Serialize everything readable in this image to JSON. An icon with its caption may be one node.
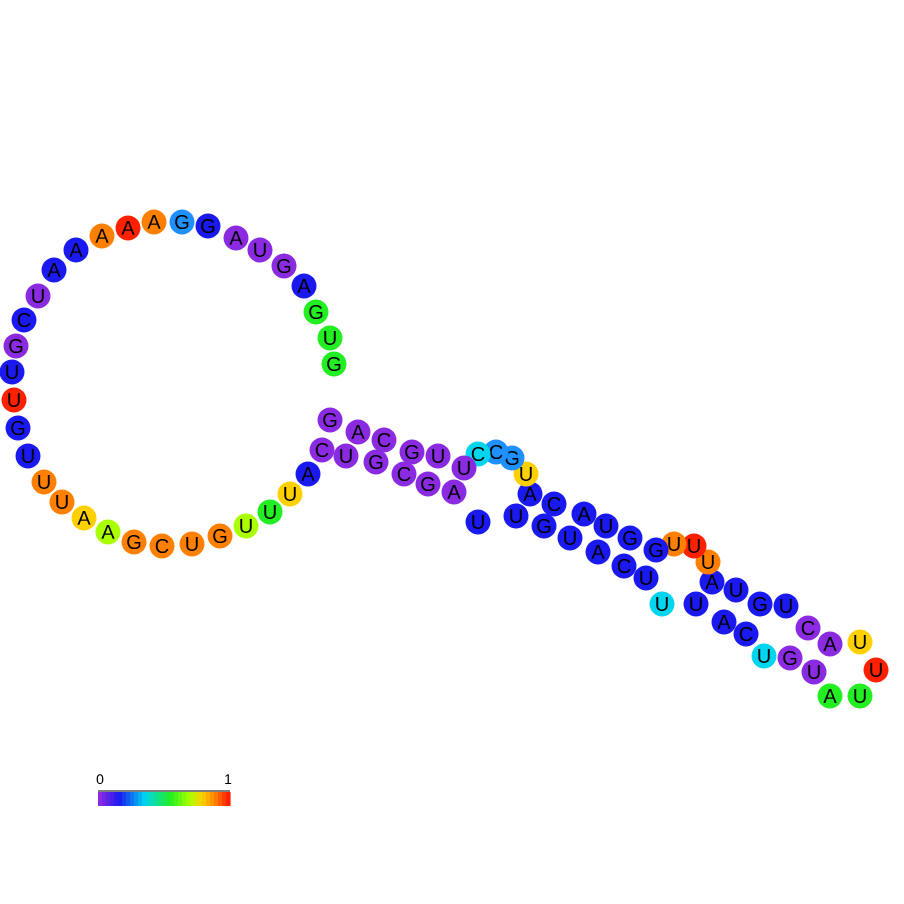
{
  "diagram": {
    "nodes": [
      {
        "text": [
          "G"
        ]
      },
      {
        "text": [
          "U"
        ]
      },
      {
        "text": [
          "G"
        ]
      },
      {
        "text": [
          "A"
        ]
      },
      {
        "text": [
          "G"
        ]
      },
      {
        "text": [
          "U"
        ]
      },
      {
        "text": [
          "A"
        ]
      },
      {
        "text": [
          "G"
        ]
      },
      {
        "text": [
          "G"
        ]
      },
      {
        "text": [
          "A"
        ]
      },
      {
        "text": [
          "A"
        ]
      },
      {
        "text": [
          "A"
        ]
      },
      {
        "text": [
          "A"
        ]
      },
      {
        "text": [
          "A"
        ]
      },
      {
        "text": [
          "U"
        ]
      },
      {
        "text": [
          "C"
        ]
      },
      {
        "text": [
          "G"
        ]
      },
      {
        "text": [
          "U"
        ]
      },
      {
        "text": [
          "U"
        ]
      },
      {
        "text": [
          "G"
        ]
      },
      {
        "text": [
          "U"
        ]
      },
      {
        "text": [
          "U"
        ]
      },
      {
        "text": [
          "U"
        ]
      },
      {
        "text": [
          "A"
        ]
      },
      {
        "text": [
          "A"
        ]
      },
      {
        "text": [
          "G"
        ]
      },
      {
        "text": [
          "C"
        ]
      },
      {
        "text": [
          "U"
        ]
      },
      {
        "text": [
          "G"
        ]
      },
      {
        "text": [
          "U"
        ]
      },
      {
        "text": [
          "U"
        ]
      },
      {
        "text": [
          "U"
        ]
      },
      {
        "text": [
          "A"
        ]
      },
      {
        "text": [
          "C"
        ]
      },
      {
        "text": [
          "U"
        ]
      },
      {
        "text": [
          "G"
        ]
      },
      {
        "text": [
          "C"
        ]
      },
      {
        "text": [
          "G"
        ]
      },
      {
        "text": [
          "A"
        ]
      },
      {
        "text": [
          "U"
        ]
      },
      {
        "text": [
          "U"
        ]
      },
      {
        "text": [
          "G"
        ]
      },
      {
        "text": [
          "U"
        ]
      },
      {
        "text": [
          "A"
        ]
      },
      {
        "text": [
          "C"
        ]
      },
      {
        "text": [
          "U"
        ]
      },
      {
        "text": [
          "U"
        ]
      },
      {
        "text": [
          "U"
        ]
      },
      {
        "text": [
          "A"
        ]
      },
      {
        "text": [
          "C"
        ]
      },
      {
        "text": [
          "U"
        ]
      },
      {
        "text": [
          "G"
        ]
      },
      {
        "text": [
          "U"
        ]
      },
      {
        "text": [
          "A"
        ]
      },
      {
        "text": [
          "U"
        ]
      },
      {
        "text": [
          "U"
        ]
      },
      {
        "text": [
          "U"
        ]
      },
      {
        "text": [
          "A"
        ]
      },
      {
        "text": [
          "C"
        ]
      },
      {
        "text": [
          "U"
        ]
      },
      {
        "text": [
          "G"
        ]
      },
      {
        "text": [
          "U"
        ]
      },
      {
        "text": [
          "A"
        ]
      },
      {
        "text": [
          "U"
        ]
      },
      {
        "text": [
          "U"
        ]
      },
      {
        "text": [
          "U"
        ]
      },
      {
        "text": [
          "G"
        ]
      },
      {
        "text": [
          "G"
        ]
      },
      {
        "text": [
          "U"
        ]
      },
      {
        "text": [
          "A"
        ]
      },
      {
        "text": [
          "C"
        ]
      },
      {
        "text": [
          "A"
        ]
      },
      {
        "text": [
          "U"
        ]
      },
      {
        "text": [
          "G"
        ]
      },
      {
        "text": [
          "C"
        ]
      },
      {
        "text": [
          "C"
        ]
      },
      {
        "text": [
          "U"
        ]
      },
      {
        "text": [
          "U"
        ]
      },
      {
        "text": [
          "G"
        ]
      },
      {
        "text": [
          "C"
        ]
      },
      {
        "text": [
          "A"
        ]
      },
      {
        "text": [
          "G"
        ]
      }
    ],
    "labels": [
      "0",
      "1"
    ]
  }
}
